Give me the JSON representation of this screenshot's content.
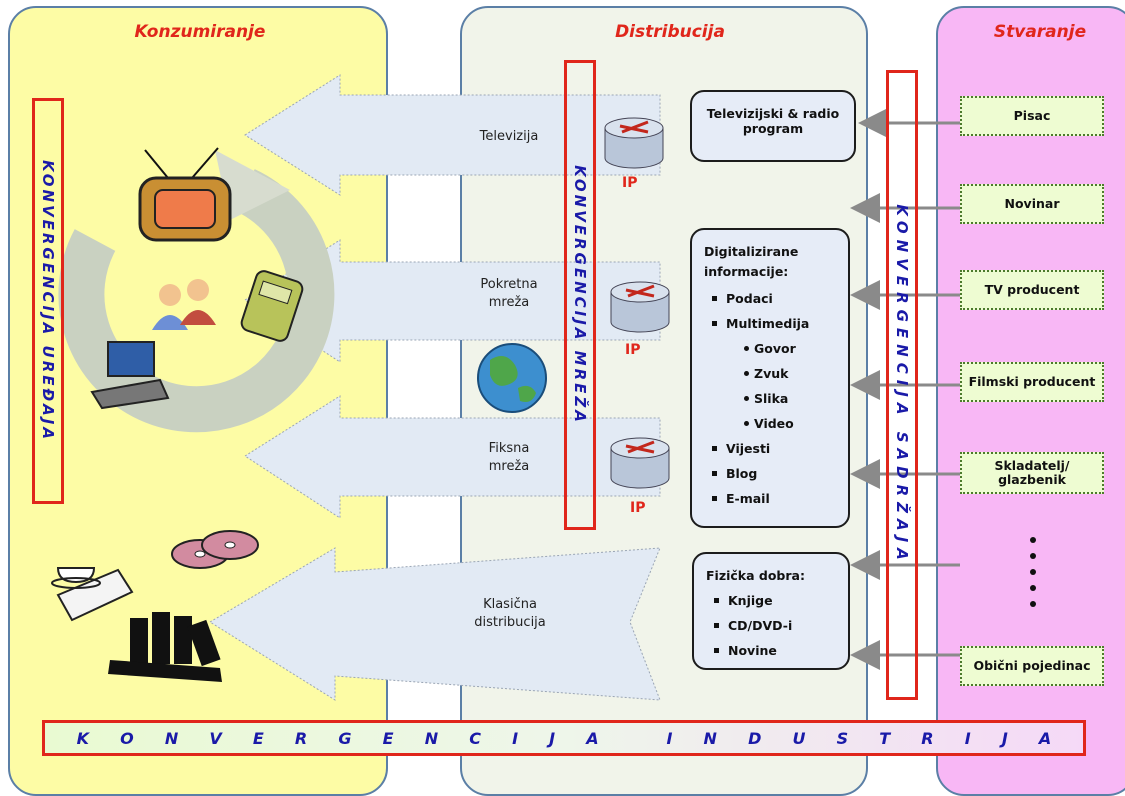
{
  "panels": {
    "consumption": "Konzumiranje",
    "distribution": "Distribucija",
    "creation": "Stvaranje"
  },
  "vertical_labels": {
    "device_convergence": "KONVERGENCIJA UREĐAJA",
    "network_convergence": "KONVERGENCIJA MREŽA",
    "content_convergence": "KONVERGENCIJA SADRŽAJA"
  },
  "bottom_banner": "KONVERGENCIJA INDUSTRIJA",
  "arrows": [
    {
      "label_1": "Televizija",
      "label_2": ""
    },
    {
      "label_1": "Pokretna",
      "label_2": "mreža"
    },
    {
      "label_1": "Fiksna",
      "label_2": "mreža"
    },
    {
      "label_1": "Klasična",
      "label_2": "distribucija"
    }
  ],
  "ip_label": "IP",
  "distribution_boxes": {
    "tv_radio": {
      "line1": "Televizijski & radio",
      "line2": "program"
    },
    "digital": {
      "title1": "Digitalizirane",
      "title2": "informacije:",
      "items": [
        "Podaci",
        "Multimedija"
      ],
      "multimedia_items": [
        "Govor",
        "Zvuk",
        "Slika",
        "Video"
      ],
      "items2": [
        "Vijesti",
        "Blog",
        "E-mail"
      ]
    },
    "physical": {
      "title": "Fizička dobra:",
      "items": [
        "Knjige",
        "CD/DVD-i",
        "Novine"
      ]
    }
  },
  "creators": [
    "Pisac",
    "Novinar",
    "TV producent",
    "Filmski producent",
    "Skladatelj/ glazbenik",
    "Obični pojedinac"
  ],
  "colors": {
    "consumption_bg": "#fdfca5",
    "distribution_bg": "#f1f4ea",
    "creation_bg": "#f8b7f5",
    "accent_red": "#e0261b",
    "label_blue": "#1a1aa8"
  },
  "icons": [
    "tv-icon",
    "mobile-phone-icon",
    "laptop-icon",
    "people-icon",
    "globe-icon",
    "router-icon",
    "cd-icon",
    "coffee-newspaper-icon",
    "books-icon"
  ]
}
